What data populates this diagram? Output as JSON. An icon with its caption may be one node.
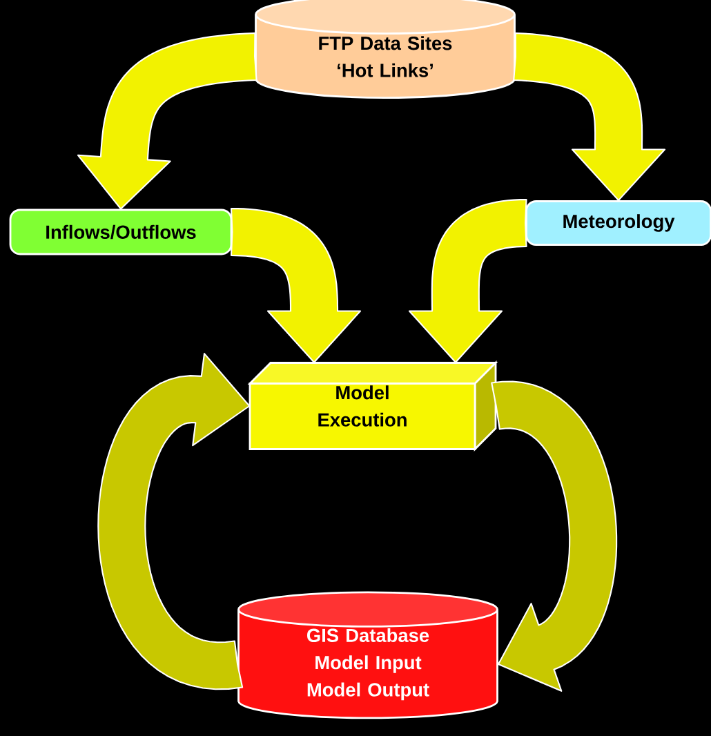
{
  "diagram": {
    "nodes": [
      {
        "text": [
          "FTP Data Sites ‘Hot Links’"
        ]
      },
      {
        "text": [
          "Inflows/Outflows"
        ]
      },
      {
        "text": [
          "Meteorology"
        ]
      },
      {
        "text": [
          "Model Execution"
        ]
      },
      {
        "text": [
          "GIS Database Model Input Model Output"
        ]
      }
    ],
    "edges": [
      {
        "from": 0,
        "to": 1,
        "arrow": "to"
      },
      {
        "from": 0,
        "to": 2,
        "arrow": "to"
      },
      {
        "from": 1,
        "to": 3,
        "arrow": "to"
      },
      {
        "from": 2,
        "to": 3,
        "arrow": "to"
      },
      {
        "from": 3,
        "to": 4,
        "arrow": "to",
        "color": "#c8c800"
      },
      {
        "from": 4,
        "to": 3,
        "arrow": "to",
        "color": "#c8c800"
      }
    ]
  }
}
